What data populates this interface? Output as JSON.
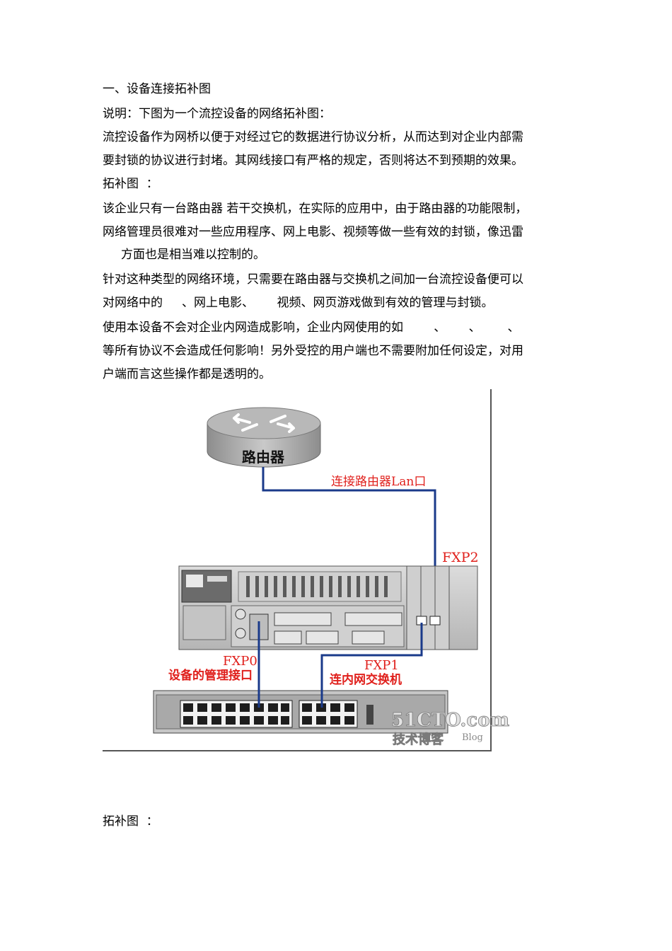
{
  "doc": {
    "heading": "一、设备连接拓补图",
    "lines": [
      "说明：下图为一个流控设备的网络拓补图：",
      "流控设备作为网桥以便于对经过它的数据进行协议分析，从而达到对企业内部需",
      "要封锁的协议进行封堵。其网线接口有严格的规定，否则将达不到预期的效果。",
      "拓补图  ：",
      "该企业只有一台路由器 若干交换机，在实际的应用中，由于路由器的功能限制，",
      "网络管理员很难对一些应用程序、网上电影、视频等做一些有效的封锁，像迅雷",
      "方面也是相当难以控制的。",
      "针对这种类型的网络环境，只需要在路由器与交换机之间加一台流控设备便可以",
      "对网络中的     、网上电影、      视频、网页游戏做到有效的管理与封锁。",
      "使用本设备不会对企业内网造成影响，企业内网使用的如        、      、       、",
      "等所有协议不会造成任何影响！另外受控的用户端也不需要附加任何设定，对用",
      "户端而言这些操作都是透明的。"
    ],
    "footer_label": "拓补图  ："
  },
  "figure": {
    "router_label": "路由器",
    "lan_label": "连接路由器Lan口",
    "fxp2": "FXP2",
    "fxp0": "FXP0",
    "fxp0_desc": "设备的管理接口",
    "fxp1": "FXP1",
    "fxp1_desc": "连内网交换机",
    "watermark_site": "51CTO.com",
    "watermark_blog": "技术博客",
    "watermark_blog_en": "Blog",
    "colors": {
      "label_red": "#e0201c",
      "cable_blue": "#1a3a8a"
    }
  }
}
